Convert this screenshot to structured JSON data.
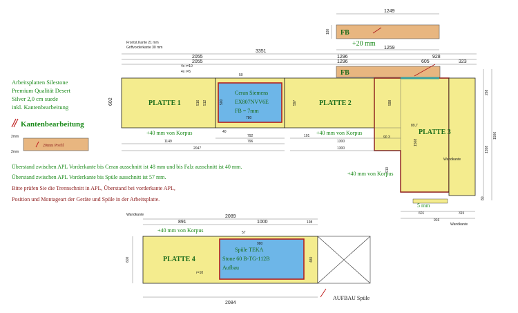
{
  "header": {
    "cover_text": "",
    "front_edge": "Frontst.Kante 21 mm",
    "grip_edge": "Griffvorderkante 30 mm"
  },
  "material": {
    "line1": "Arbeitsplatten Silestone",
    "line2": "Premium Qualität Desert",
    "line3": "Silver 2,0 cm suede",
    "line4": "inkl. Kantenbearbeitung",
    "edge_title": "Kantenbearbeitung",
    "profile_label": "20mm Profil",
    "dim_top": "2mm",
    "dim_bottom": "2mm"
  },
  "notes": {
    "line1": "Überstand zwischen APL Vorderkante bis Ceran ausschnitt ist 48 mm und bis Falz ausschnitt ist 40 mm.",
    "line2": "Überstand zwischen APL Vorderkante bis Spüle ausschnitt ist 57 mm.",
    "line3": "Bitte prüfen Sie die Trennschnitt in APL, Überstand bei vorderkante APL,",
    "line4": "Position und Montageart der Geräte und Spüle in der Arbeitsplatte."
  },
  "fb_top": {
    "label": "FB",
    "width": "1249",
    "height": "180",
    "overhang": "+20 mm",
    "total": "1259"
  },
  "fb_mid": {
    "label": "FB"
  },
  "plates": {
    "p1": "PLATTE 1",
    "p2": "PLATTE 2",
    "p3": "PLATTE 3",
    "p4": "PLATTE 4"
  },
  "ceran": {
    "line1": "Ceran Siemens",
    "line2": "EX807NVV6E",
    "line3": "FB = 7mm",
    "width": "780",
    "depth": "500"
  },
  "sink": {
    "line1": "Spüle TEKA",
    "line2": "Stone 60 B-TG-112B",
    "line3": "Aufbau",
    "width": "980",
    "note": "AUFBAU Spüle"
  },
  "upper_dims": {
    "d3351": "3351",
    "d2055a": "2055",
    "d2055b": "2055",
    "d1296a": "1296",
    "d1296b": "1296",
    "d928": "928",
    "d605": "605",
    "d323": "323",
    "d4xr10": "4x r=10",
    "d4xr5": "4x r=5",
    "d50": "50",
    "d602": "602",
    "d516": "516",
    "d512": "512",
    "d597": "597",
    "d598": "598",
    "d268": "268",
    "d1508": "1508",
    "d1558": "1558",
    "d1506": "1506",
    "d40": "40",
    "d792": "792",
    "d796": "796",
    "d101": "101",
    "d1149": "1149",
    "d1300a": "1300",
    "d1300b": "1300",
    "d2047": "2047",
    "d89": "89,7",
    "d90a": "90 3",
    "d910": "910",
    "d601": "601",
    "d315": "315",
    "d916": "916",
    "d80": "80",
    "d5mm": "5 mm",
    "plus40a": "+40 mm von Korpus",
    "plus40b": "+40 mm von Korpus",
    "plus40c": "+40 mm von Korpus"
  },
  "lower_dims": {
    "d2089": "2089",
    "d891": "891",
    "d1000": "1000",
    "d198": "198",
    "d57": "57",
    "d600": "600",
    "d480": "480",
    "d2084": "2084",
    "dr10": "r=10",
    "plus40": "+40 mm von Korpus"
  },
  "tags": {
    "wand1": "Wandkante",
    "wand2": "Wandkante",
    "wand3": "Wandkante"
  }
}
